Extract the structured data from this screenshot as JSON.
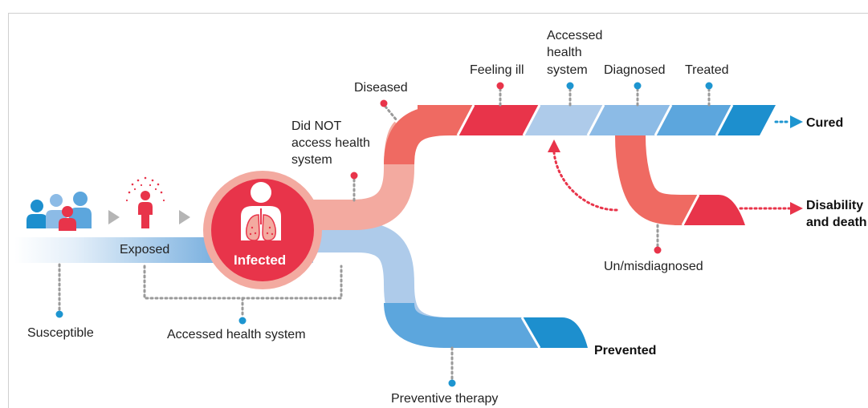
{
  "colors": {
    "red": "#e8344a",
    "salmon": "#ef6a62",
    "pink": "#f3aaa0",
    "light_blue": "#aecbea",
    "mid_blue": "#6aa9dd",
    "blue": "#1d95d0",
    "dot_blue": "#1d95d0",
    "dot_red": "#e8344a",
    "dotted_gray": "#9a9a9a"
  },
  "icons": [
    "people-group-icon",
    "exposed-person-icon",
    "infected-person-lungs-icon",
    "arrow-right-icon"
  ],
  "labels": {
    "exposed": "Exposed",
    "infected": "Infected",
    "susceptible": "Susceptible",
    "accessed_health_system": "Accessed health system",
    "did_not_access_line1": "Did NOT",
    "did_not_access_line2": "access health",
    "did_not_access_line3": "system",
    "diseased": "Diseased",
    "feeling_ill": "Feeling ill",
    "accessed_top_line1": "Accessed",
    "accessed_top_line2": "health",
    "accessed_top_line3": "system",
    "diagnosed": "Diagnosed",
    "treated": "Treated",
    "cured": "Cured",
    "disability_line1": "Disability",
    "disability_line2": "and death",
    "un_misdiagnosed": "Un/misdiagnosed",
    "prevented": "Prevented",
    "preventive_therapy": "Preventive therapy"
  }
}
